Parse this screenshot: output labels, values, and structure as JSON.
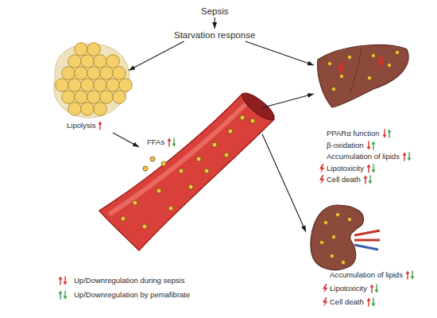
{
  "diagram": {
    "nodes": [
      {
        "text": [
          "Sepsis"
        ]
      },
      {
        "text": [
          "Starvation response"
        ]
      },
      {
        "text": [
          "Lipolysis"
        ]
      },
      {
        "text": [
          "FFAs"
        ]
      },
      {
        "text": [
          "PPARα function",
          "β-oxidation",
          "Accumulation of lipids",
          "Lipotoxicity",
          "Cell death"
        ]
      },
      {
        "text": [
          "Accumulation of lipids",
          "Lipotoxicity",
          "Cell death"
        ]
      }
    ],
    "edges": [
      {
        "from": 0,
        "to": 1,
        "arrow": "to"
      },
      {
        "from": 1,
        "to": 2,
        "arrow": "to"
      },
      {
        "from": 1,
        "to": 4,
        "arrow": "to"
      },
      {
        "from": 2,
        "to": 3,
        "arrow": "to"
      },
      {
        "from": 3,
        "to": 4,
        "arrow": "to"
      },
      {
        "from": 3,
        "to": 5,
        "arrow": "to"
      }
    ],
    "legend": [
      {
        "text": "Up/Downregulation during sepsis"
      },
      {
        "text": "Up/Downregulation by pemafibrate"
      }
    ]
  }
}
